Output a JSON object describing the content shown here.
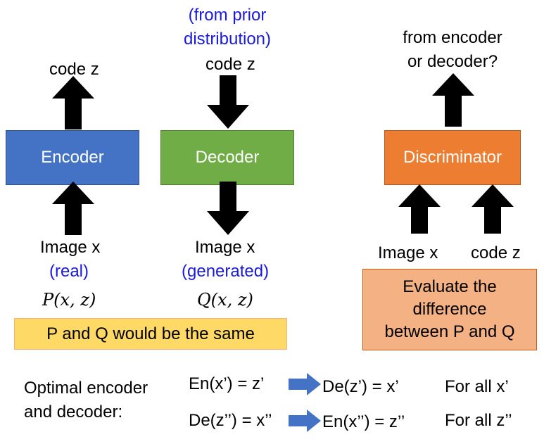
{
  "encoder": {
    "label": "Encoder",
    "top_text": "code z",
    "bottom_text": "Image x",
    "bottom_note": "(real)",
    "formula": "P(x, z)",
    "color": "#4472c4"
  },
  "decoder": {
    "label": "Decoder",
    "top_note_line1": "(from prior",
    "top_note_line2": "distribution)",
    "top_text": "code z",
    "bottom_text": "Image x",
    "bottom_note": "(generated)",
    "formula": "Q(x, z)",
    "color": "#70ad47"
  },
  "discriminator": {
    "label": "Discriminator",
    "top_line1": "from encoder",
    "top_line2": "or decoder?",
    "input_image": "Image x",
    "input_code": "code z",
    "color": "#ed7d31"
  },
  "same_box": {
    "text": "P and Q would be the same",
    "color": "#ffd966"
  },
  "evaluate_box": {
    "line1": "Evaluate the",
    "line2": "difference",
    "line3": "between P and Q",
    "color": "#f4b183"
  },
  "optimal": {
    "label_line1": "Optimal encoder",
    "label_line2": "and decoder:",
    "row1_left": "En(x’) = z’",
    "row1_right": "De(z’) = x’",
    "row1_for": "For all x’",
    "row2_left": "De(z’’) = x’’",
    "row2_right": "En(x’’) = z’’",
    "row2_for": "For all z’’",
    "arrow_color": "#4472c4"
  }
}
